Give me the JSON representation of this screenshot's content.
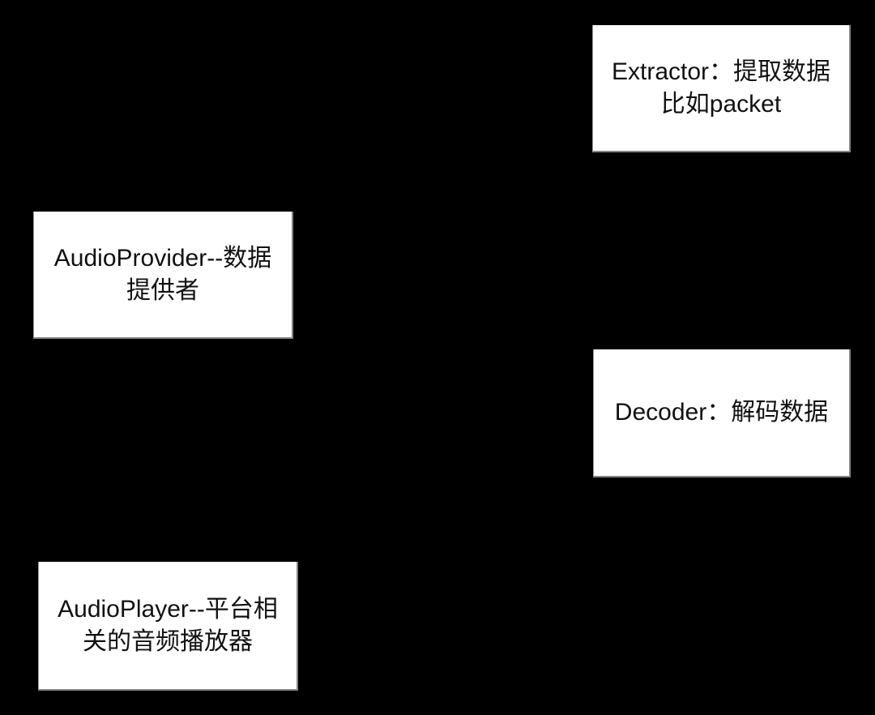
{
  "diagram": {
    "background_color": "#000000",
    "node_background_color": "#ffffff",
    "node_text_color": "#111111",
    "node_edge_color": "#858585",
    "nodes": [
      {
        "id": "extractor",
        "lines": [
          "Extractor：提取数据",
          "比如packet"
        ],
        "full_text": "Extractor：提取数据比如packet"
      },
      {
        "id": "audio-provider",
        "lines": [
          "AudioProvider--数据",
          "提供者"
        ],
        "full_text": "AudioProvider--数据提供者"
      },
      {
        "id": "decoder",
        "lines": [
          "Decoder：解码数据"
        ],
        "full_text": "Decoder：解码数据"
      },
      {
        "id": "audio-player",
        "lines": [
          "AudioPlayer--平台相",
          "关的音频播放器"
        ],
        "full_text": "AudioPlayer--平台相关的音频播放器"
      }
    ]
  }
}
